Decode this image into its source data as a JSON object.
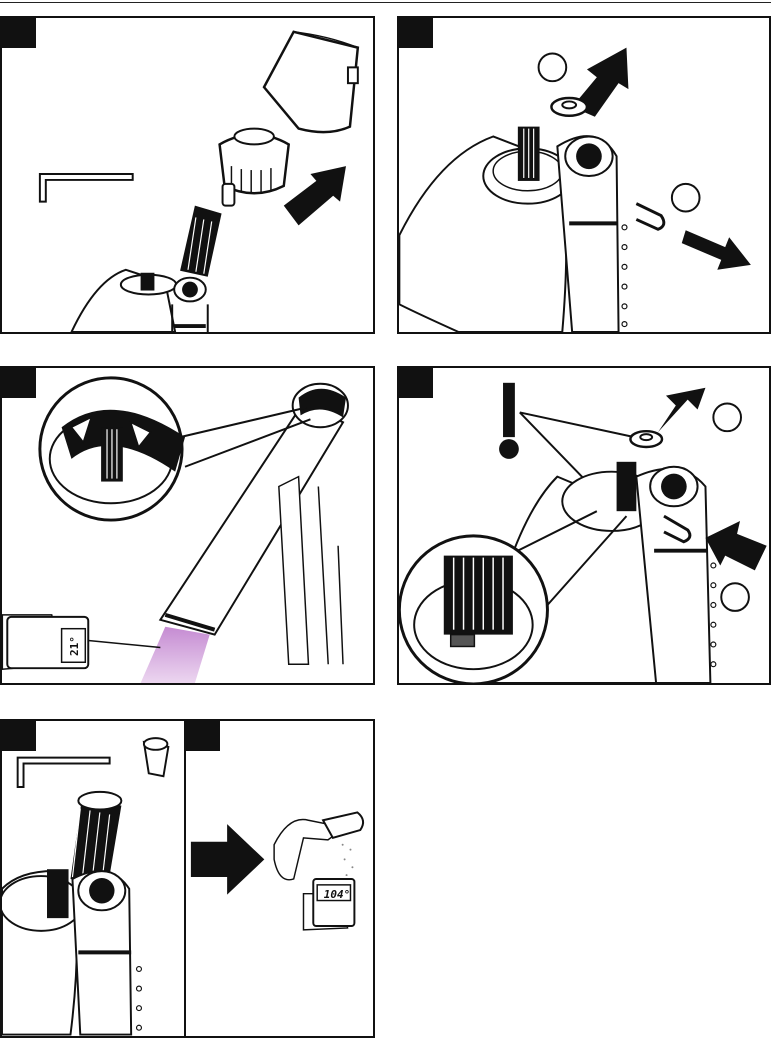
{
  "steps": [
    {
      "id": "step-1"
    },
    {
      "id": "step-2",
      "callouts": [
        "",
        ""
      ]
    },
    {
      "id": "step-3",
      "display_reading": "21°"
    },
    {
      "id": "step-4",
      "callouts": [
        "",
        ""
      ]
    },
    {
      "id": "step-5"
    },
    {
      "id": "step-6",
      "display_reading": "104°"
    }
  ],
  "colors": {
    "ink": "#111111",
    "water_glow": "#d9a6e0"
  },
  "icons": [
    "hex-key-icon",
    "arrow-icon",
    "warning-exclamation-icon",
    "thermometer-display-icon"
  ]
}
